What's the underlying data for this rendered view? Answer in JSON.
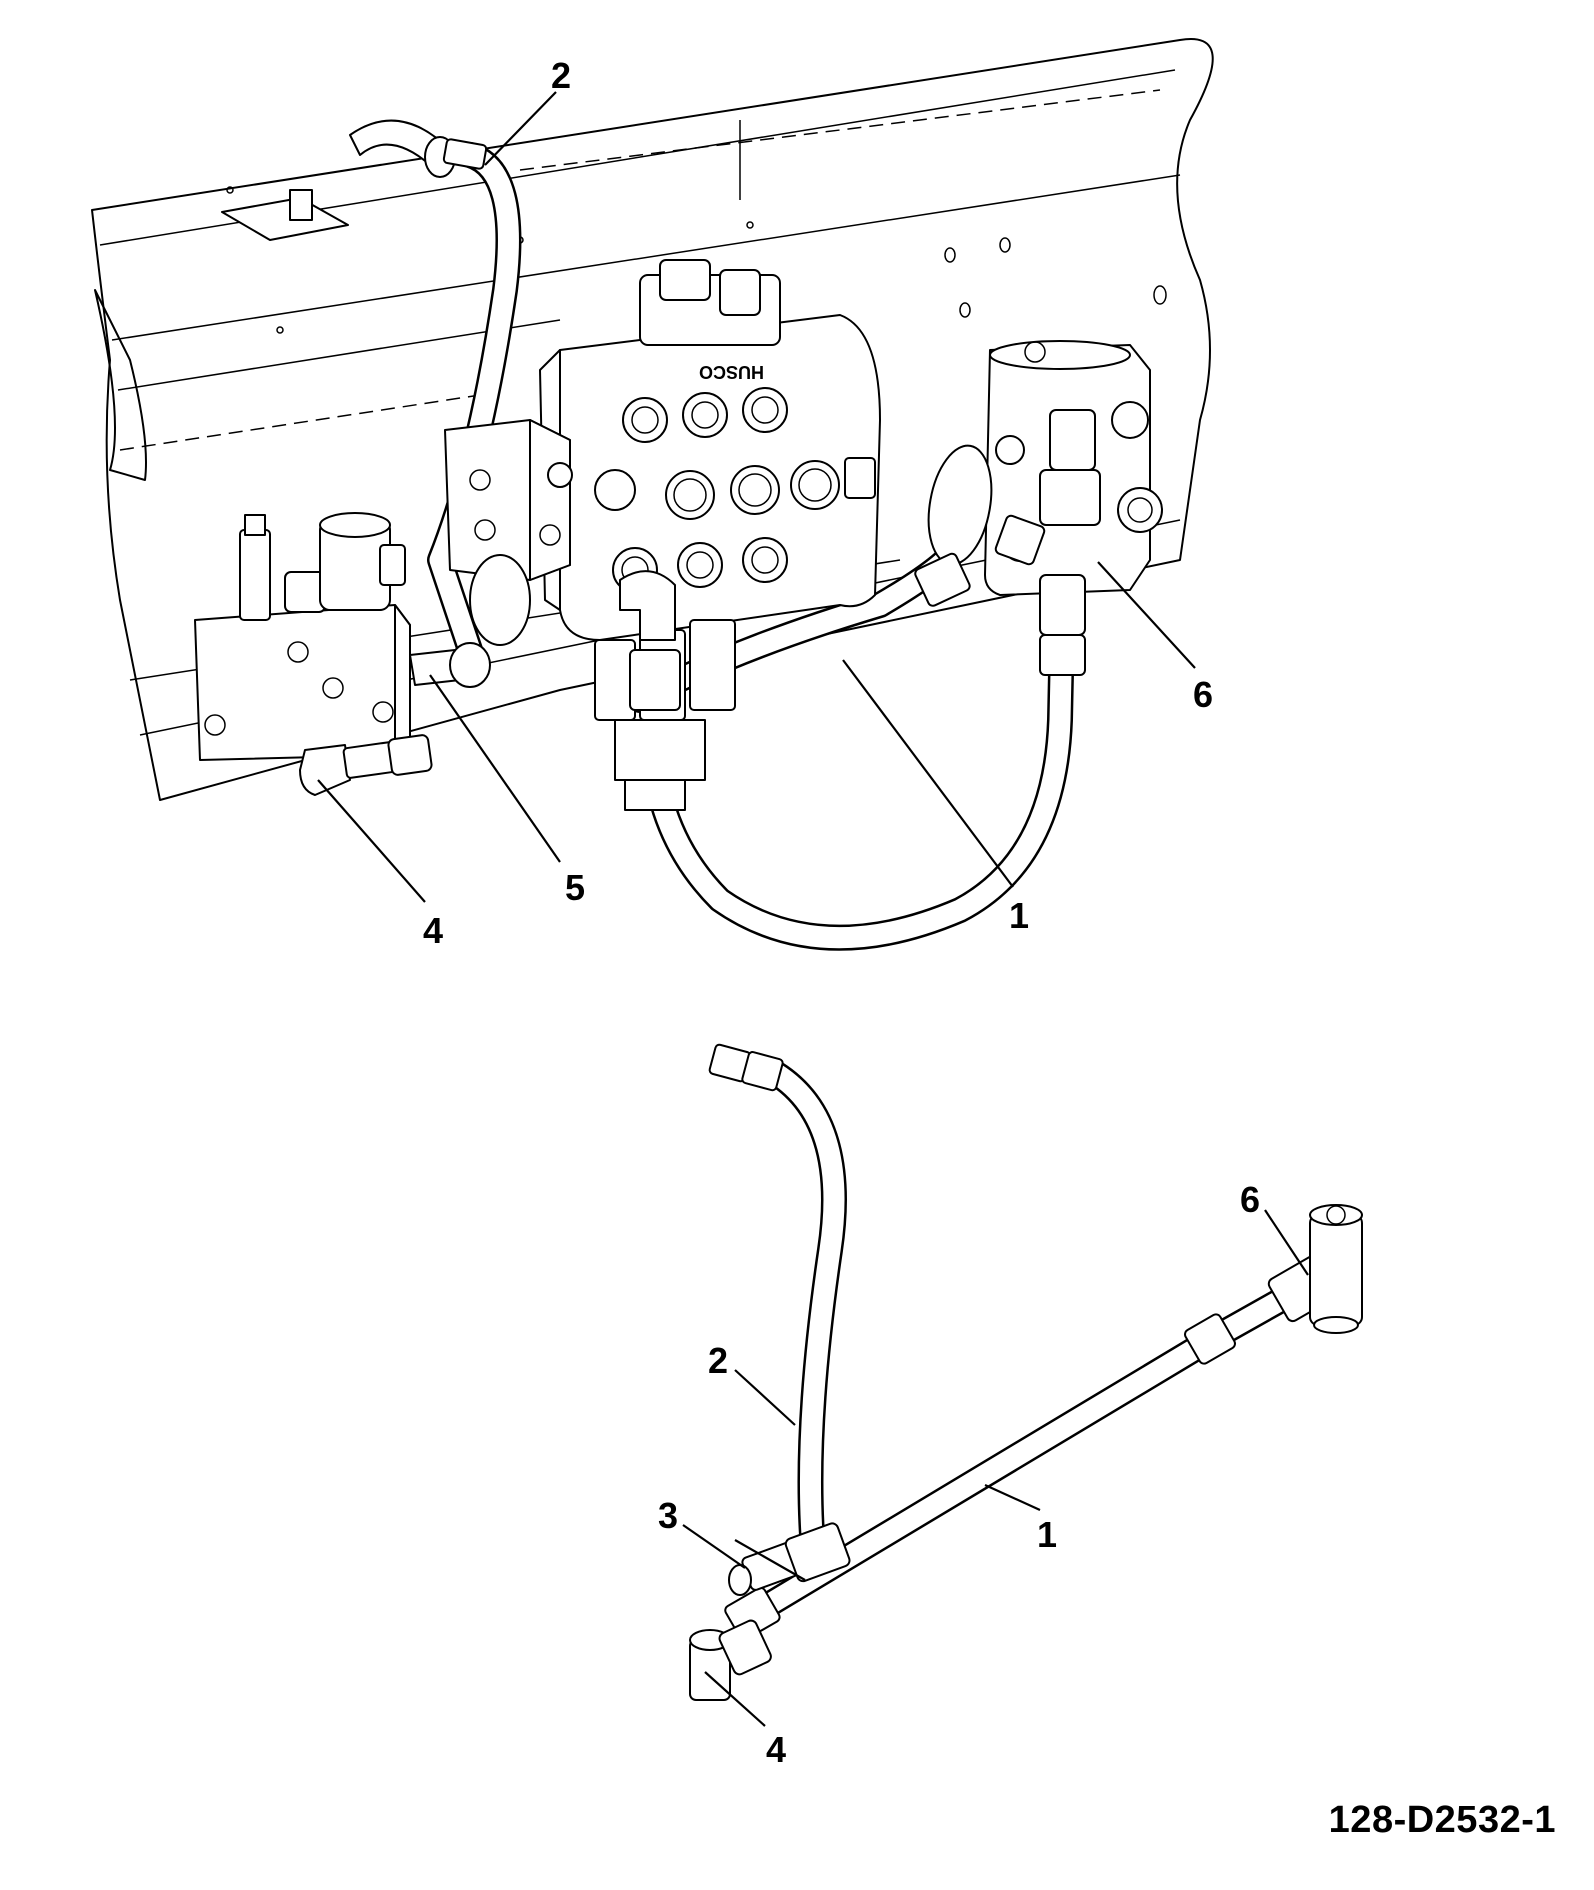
{
  "callouts": {
    "top": {
      "c1": "1",
      "c2": "2",
      "c4": "4",
      "c5": "5",
      "c6": "6"
    },
    "bottom": {
      "c1": "1",
      "c2": "2",
      "c3": "3",
      "c4": "4",
      "c6": "6"
    }
  },
  "valve_body_marking": "HUSCO",
  "drawing_number": "128-D2532-1"
}
